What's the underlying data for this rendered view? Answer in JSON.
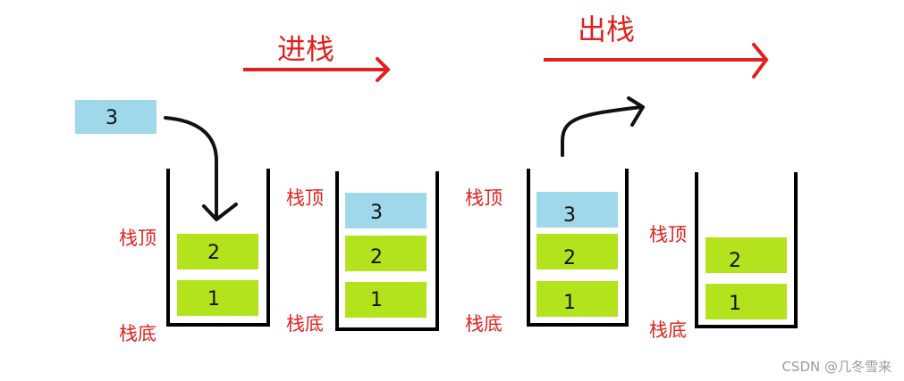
{
  "arrows": {
    "push_label": "进栈",
    "pop_label": "出栈"
  },
  "incoming": {
    "value": "3"
  },
  "stacks": [
    {
      "top_label": "栈顶",
      "bottom_label": "栈底",
      "blocks": [
        {
          "value": "1",
          "color": "#b3e31c"
        },
        {
          "value": "2",
          "color": "#b3e31c"
        }
      ]
    },
    {
      "top_label": "栈顶",
      "bottom_label": "栈底",
      "blocks": [
        {
          "value": "1",
          "color": "#b3e31c"
        },
        {
          "value": "2",
          "color": "#b3e31c"
        },
        {
          "value": "3",
          "color": "#9ed8ea"
        }
      ]
    },
    {
      "top_label": "栈顶",
      "bottom_label": "栈底",
      "blocks": [
        {
          "value": "1",
          "color": "#b3e31c"
        },
        {
          "value": "2",
          "color": "#b3e31c"
        },
        {
          "value": "3",
          "color": "#9ed8ea"
        }
      ]
    },
    {
      "top_label": "栈顶",
      "bottom_label": "栈底",
      "blocks": [
        {
          "value": "1",
          "color": "#b3e31c"
        },
        {
          "value": "2",
          "color": "#b3e31c"
        }
      ]
    }
  ],
  "colors": {
    "label": "#e0211f",
    "arrow": "#e0211f",
    "element_new": "#9ed8ea",
    "element": "#b3e31c",
    "stack_outline": "#000000"
  },
  "watermark": "CSDN @几冬雪来"
}
